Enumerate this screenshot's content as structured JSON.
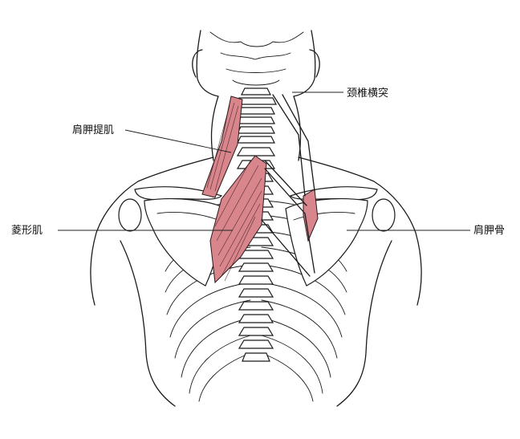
{
  "labels": {
    "cervical_transverse_process": "颈椎横突",
    "levator_scapulae": "肩胛提肌",
    "rhomboid": "菱形肌",
    "scapula": "肩胛骨"
  },
  "colors": {
    "muscle": "#d9858c",
    "ink": "#1a1a1a",
    "background": "#ffffff"
  }
}
